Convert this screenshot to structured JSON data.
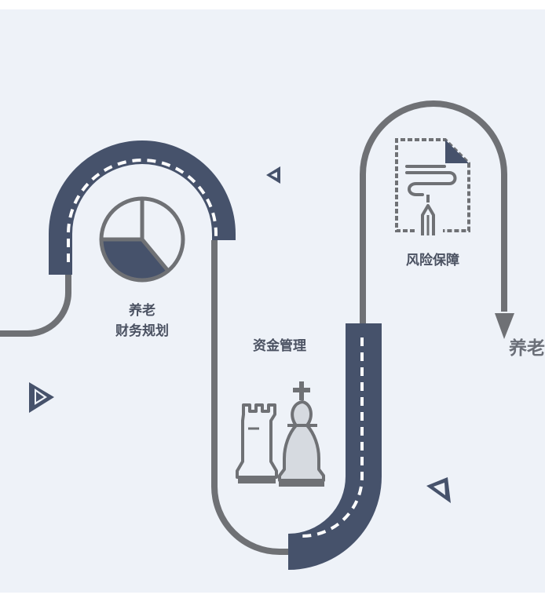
{
  "labels": {
    "step1_line1": "养老",
    "step1_line2": "财务规划",
    "step2": "资金管理",
    "step3": "风险保障",
    "goal": "养老"
  },
  "colors": {
    "background": "#eef2f8",
    "road_navy": "#46526b",
    "line_gray": "#6f7175",
    "dash_white": "#ffffff"
  },
  "icons": [
    "pie-chart-icon",
    "chess-pieces-icon",
    "document-pen-icon",
    "triangle-marker-icon",
    "arrow-down-icon"
  ]
}
